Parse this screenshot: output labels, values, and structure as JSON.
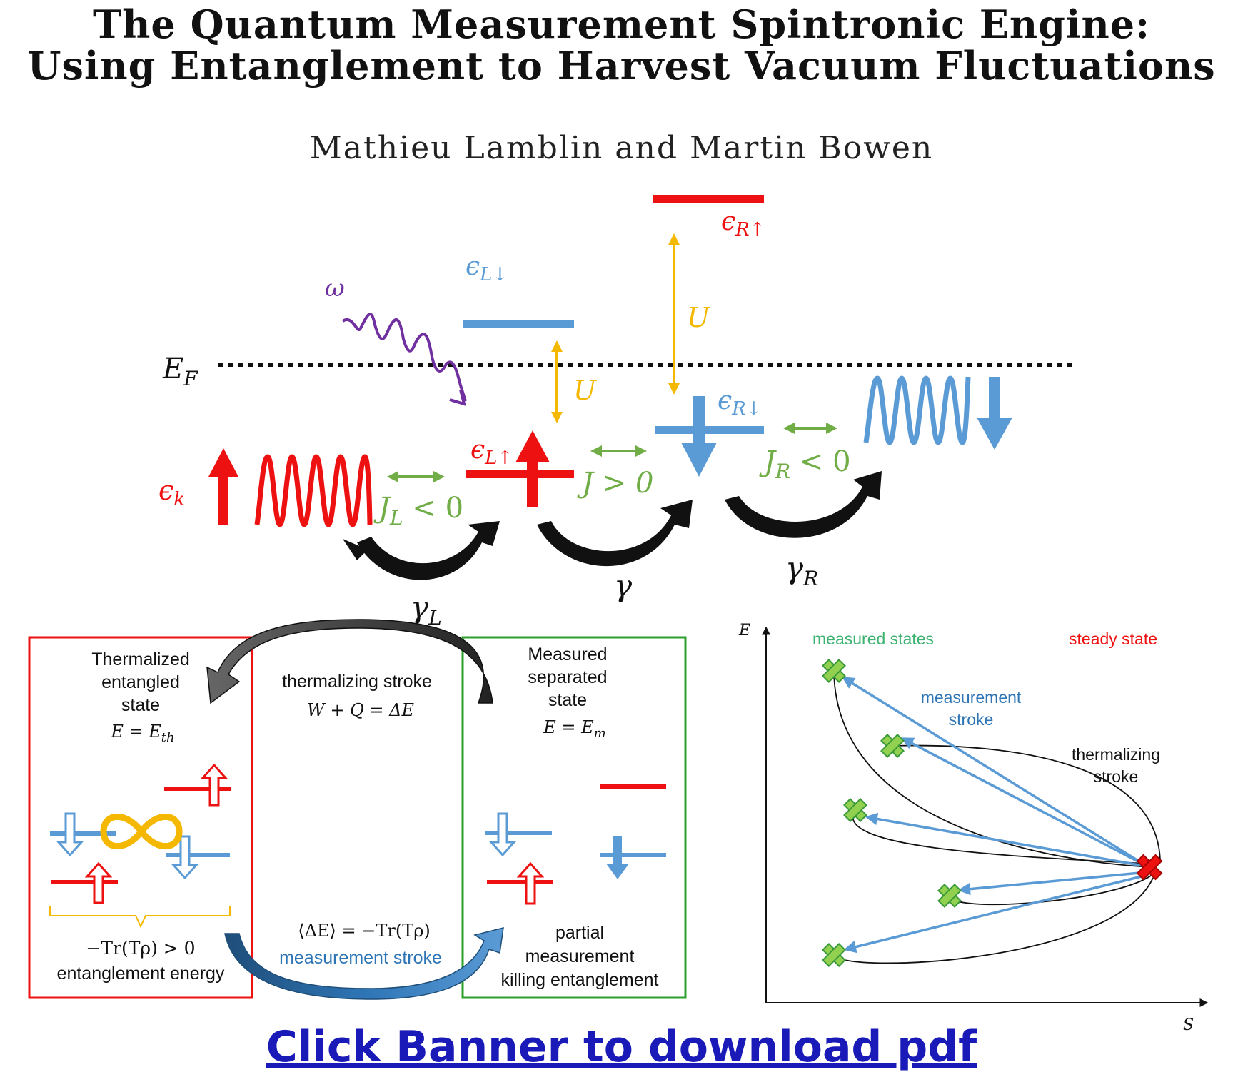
{
  "paper": {
    "title_line1": "The Quantum Measurement Spintronic Engine:",
    "title_line2": "Using Entanglement to Harvest Vacuum Fluctuations",
    "authors": "Mathieu Lamblin and Martin Bowen"
  },
  "level_diagram": {
    "fermi_label": "E",
    "fermi_sub": "F",
    "omega": "ω",
    "eps_k": "ϵ",
    "eps_k_sub": "k",
    "eps_L_down": "ϵ",
    "eps_L_down_sub": "L↓",
    "eps_L_up": "ϵ",
    "eps_L_up_sub": "L↑",
    "eps_R_up": "ϵ",
    "eps_R_up_sub": "R↑",
    "eps_R_down": "ϵ",
    "eps_R_down_sub": "R↓",
    "U_left": "U",
    "U_right": "U",
    "J_L": "J",
    "J_L_sub": "L",
    "J_L_cond": " < 0",
    "J_mid": "J > 0",
    "J_R": "J",
    "J_R_sub": "R",
    "J_R_cond": " < 0",
    "gamma_L": "γ",
    "gamma_L_sub": "L",
    "gamma": "γ",
    "gamma_R": "γ",
    "gamma_R_sub": "R"
  },
  "cycle": {
    "left_box": {
      "line1": "Thermalized",
      "line2": "entangled",
      "line3": "state",
      "energy": "E = E",
      "energy_sub": "th",
      "bottom_formula": "−Tr(Tρ) > 0",
      "bottom_label": "entanglement energy"
    },
    "right_box": {
      "line1": "Measured",
      "line2": "separated",
      "line3": "state",
      "energy": "E = E",
      "energy_sub": "m",
      "bottom1": "partial",
      "bottom2": "measurement",
      "bottom3": "killing entanglement"
    },
    "top_stroke": {
      "label": "thermalizing stroke",
      "formula": "W + Q = ΔE"
    },
    "bottom_stroke": {
      "formula": "⟨ΔE⟩ = −Tr(Tρ)",
      "label": "measurement stroke"
    }
  },
  "es_plot": {
    "y_axis": "E",
    "x_axis": "S",
    "legend_measured": "measured states",
    "legend_steady": "steady state",
    "measurement_stroke_1": "measurement",
    "measurement_stroke_2": "stroke",
    "thermalizing_stroke_1": "thermalizing",
    "thermalizing_stroke_2": "stroke"
  },
  "banner": {
    "text": "Click Banner to download pdf"
  },
  "colors": {
    "red": "#ee1111",
    "blue": "#5b9bd5",
    "yellow": "#f5b800",
    "green": "#70ad47",
    "purple": "#7030a0",
    "dark_blue_text": "#2e75b6",
    "banner": "#1a1ab8"
  }
}
